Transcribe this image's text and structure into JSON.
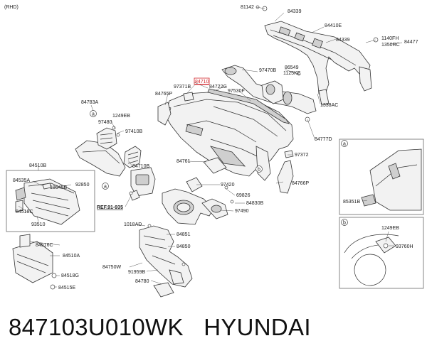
{
  "diagram": {
    "variant": "(RHD)",
    "parts": {
      "p81142": "81142",
      "p84339a": "84339",
      "p84410E": "84410E",
      "p84339b": "84339",
      "p1140FH": "1140FH",
      "p1350RC": "1350RC",
      "p84477": "84477",
      "p86549": "86549",
      "p1125KE": "1125KE",
      "p97470B": "97470B",
      "p1338AC": "1338AC",
      "p84777D": "84777D",
      "p84710": "84710",
      "p84722G": "84722G",
      "p97371B": "97371B",
      "p97530F": "97530F",
      "p84765P": "84765P",
      "p84783A": "84783A",
      "p1249EB": "1249EB",
      "p97480": "97480",
      "p97410B": "97410B",
      "p84510B": "84510B",
      "p84535A": "84535A",
      "p18645B": "18645B",
      "p92850": "92850",
      "p84518C": "84518C",
      "p93510": "93510",
      "p84710B": "84710B",
      "p84761": "84761",
      "p97372": "97372",
      "p97420": "97420",
      "p69826": "69826",
      "p84830B": "84830B",
      "p84766P": "84766P",
      "p97490": "97490",
      "ref91935": "REF.91-935",
      "p1018AD": "1018AD",
      "p84851": "84851",
      "p84850": "84850",
      "p84516C": "84516C",
      "p84510A": "84510A",
      "p84518G": "84518G",
      "p84515E": "84515E",
      "p84750W": "84750W",
      "p91959B": "91959B",
      "p84780": "84780",
      "p85351B": "85351B",
      "p1249EB_b": "1249EB",
      "p93760H": "93760H"
    },
    "callouts": {
      "a": "a",
      "b": "b"
    }
  },
  "caption": {
    "part_number": "847103U010WK",
    "brand": "HYUNDAI"
  }
}
